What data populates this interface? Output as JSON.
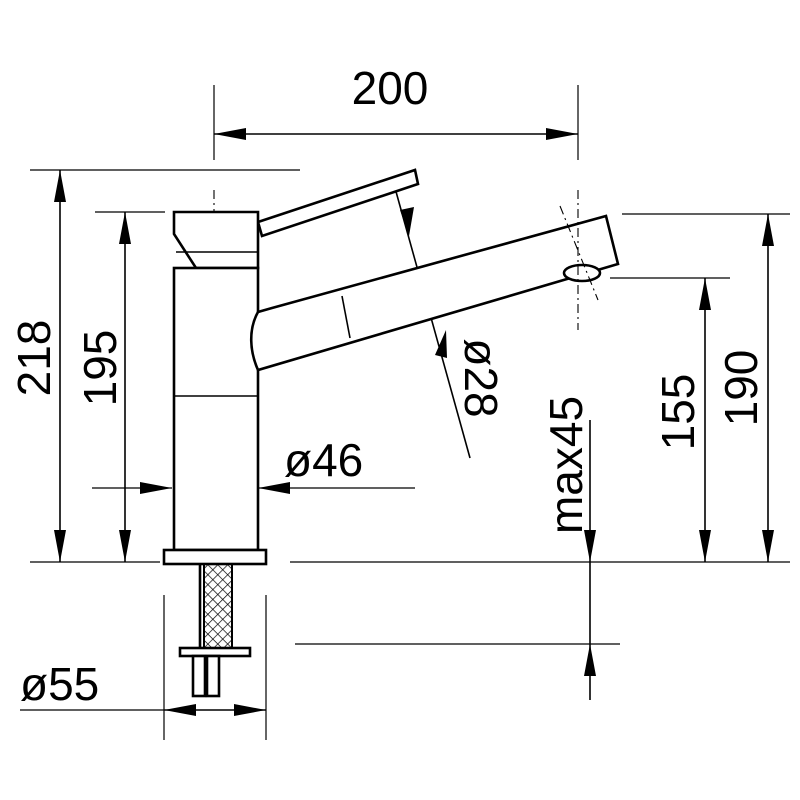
{
  "dimensions": {
    "spout_reach": "200",
    "total_height": "218",
    "body_height": "195",
    "body_diameter": "ø46",
    "spout_diameter": "ø28",
    "counter_thickness": "max45",
    "outlet_height": "155",
    "spout_height": "190",
    "base_diameter": "ø55"
  }
}
